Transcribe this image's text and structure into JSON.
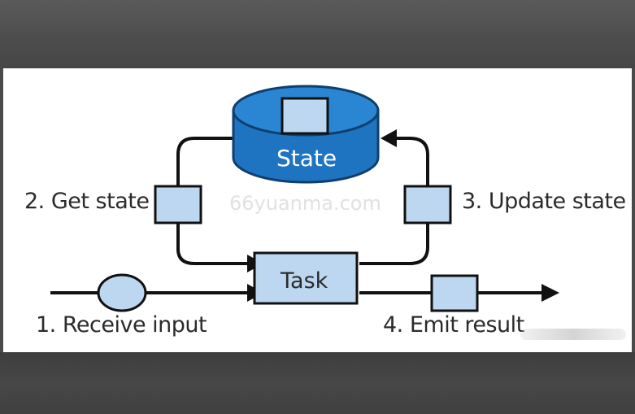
{
  "diagram": {
    "state_label": "State",
    "task_label": "Task",
    "step1_label": "1. Receive input",
    "step2_label": "2. Get state",
    "step3_label": "3. Update state",
    "step4_label": "4. Emit result",
    "watermark": "66yuanma.com"
  },
  "colors": {
    "state_fill": "#1f78c8",
    "state_top": "#2a8ad6",
    "node_fill": "#bcd7ef",
    "stroke": "#111111"
  }
}
